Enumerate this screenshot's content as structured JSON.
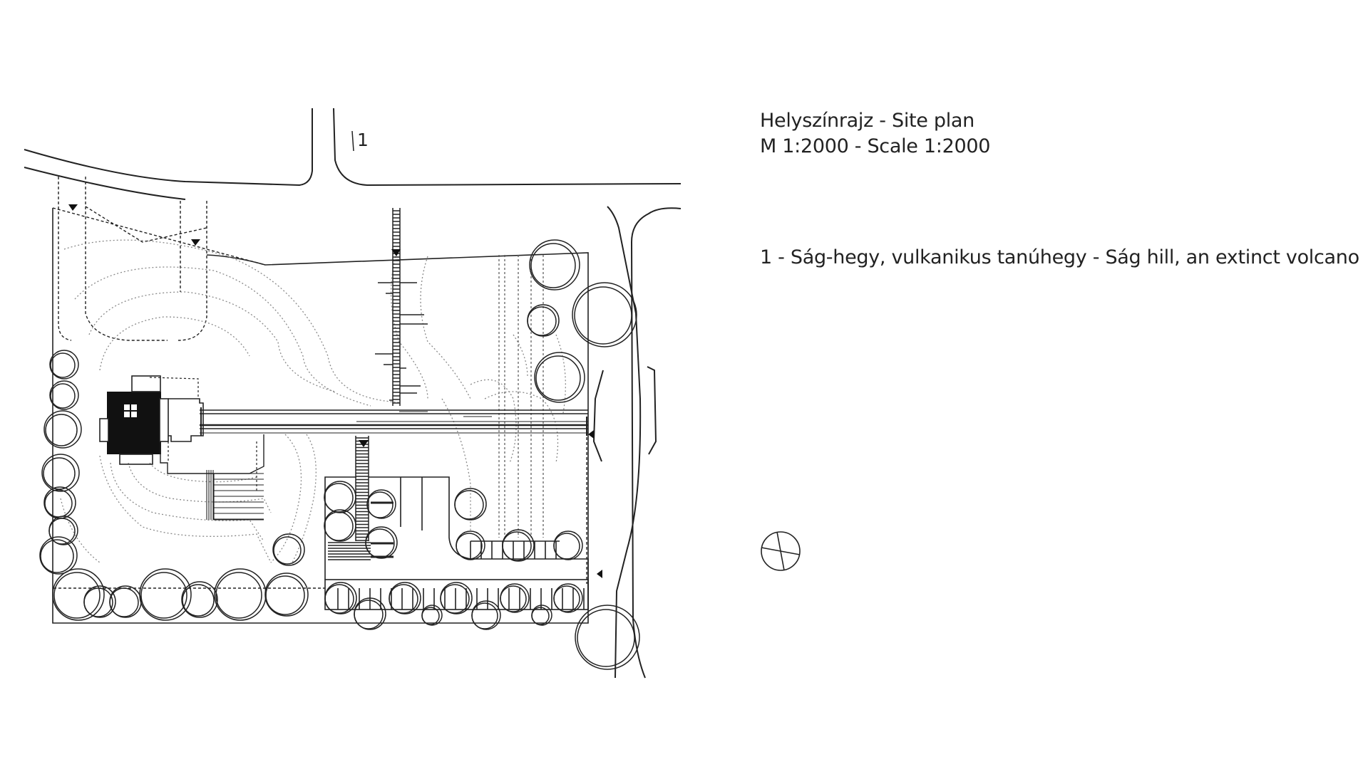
{
  "plan": {
    "title": "Helyszínrajz - Site plan",
    "scale": "M 1:2000 - Scale 1:2000",
    "marker_label": "1",
    "legend_item": "1 - Ság-hegy, vulkanikus tanúhegy  - Ság hill, an extinct volcano"
  },
  "icons": {
    "north_arrow": "compass-rose-icon"
  },
  "colors": {
    "line": "#222222",
    "contour": "#8a8a8a",
    "building": "#111111"
  }
}
